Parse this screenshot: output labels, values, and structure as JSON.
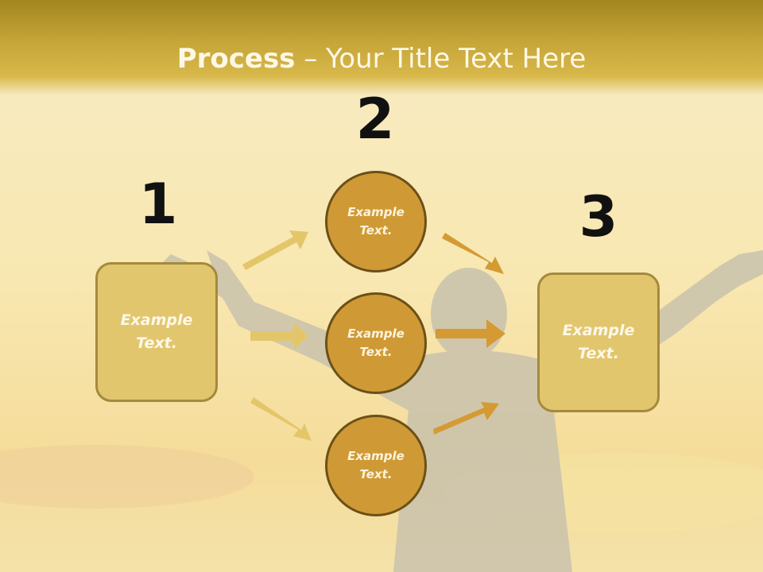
{
  "title": {
    "bold": "Process",
    "rest": " – Your Title Text Here"
  },
  "steps": [
    {
      "number": "1"
    },
    {
      "number": "2"
    },
    {
      "number": "3"
    }
  ],
  "left_box": {
    "text": "Example\nText."
  },
  "right_box": {
    "text": "Example\nText."
  },
  "circles": [
    {
      "text": "Example\nText."
    },
    {
      "text": "Example\nText."
    },
    {
      "text": "Example\nText."
    }
  ],
  "colors": {
    "box_fill": "#e2c66e",
    "circle_fill": "#cf9a35",
    "arrow_light": "#e3c66a",
    "arrow_dark": "#d59a34"
  }
}
